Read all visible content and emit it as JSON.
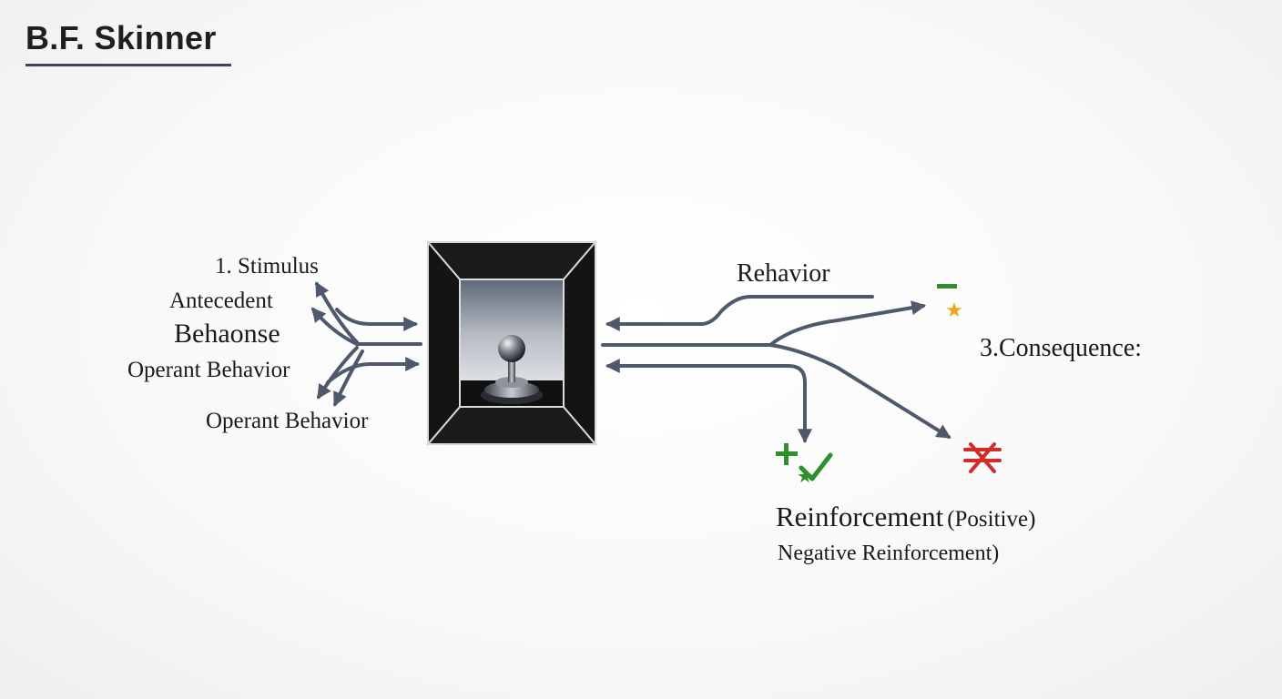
{
  "title": "B.F. Skinner",
  "labels": {
    "stimulus": "1. Stimulus",
    "antecedent": "Antecedent",
    "behaonse": "Behaonse",
    "operant_1": "Operant Behavior",
    "operant_2": "Operant Behavior",
    "rehavior": "Rehavior",
    "consequence": "3.Consequence:",
    "reinforcement": "Reinforcement",
    "positive": "(Positive)",
    "negative": "Negative Reinforcement)"
  },
  "symbols": {
    "star": "★",
    "plus": "+"
  },
  "colors": {
    "arrow": "#4e5a6b",
    "green": "#2f8f2f",
    "gold": "#f0a41c",
    "red": "#d42a2a",
    "box": "#111111"
  },
  "icons": [
    "skinner-box-icon",
    "joystick-lever-icon",
    "minus-icon",
    "star-icon",
    "plus-icon",
    "check-icon",
    "cross-bar-icon"
  ]
}
